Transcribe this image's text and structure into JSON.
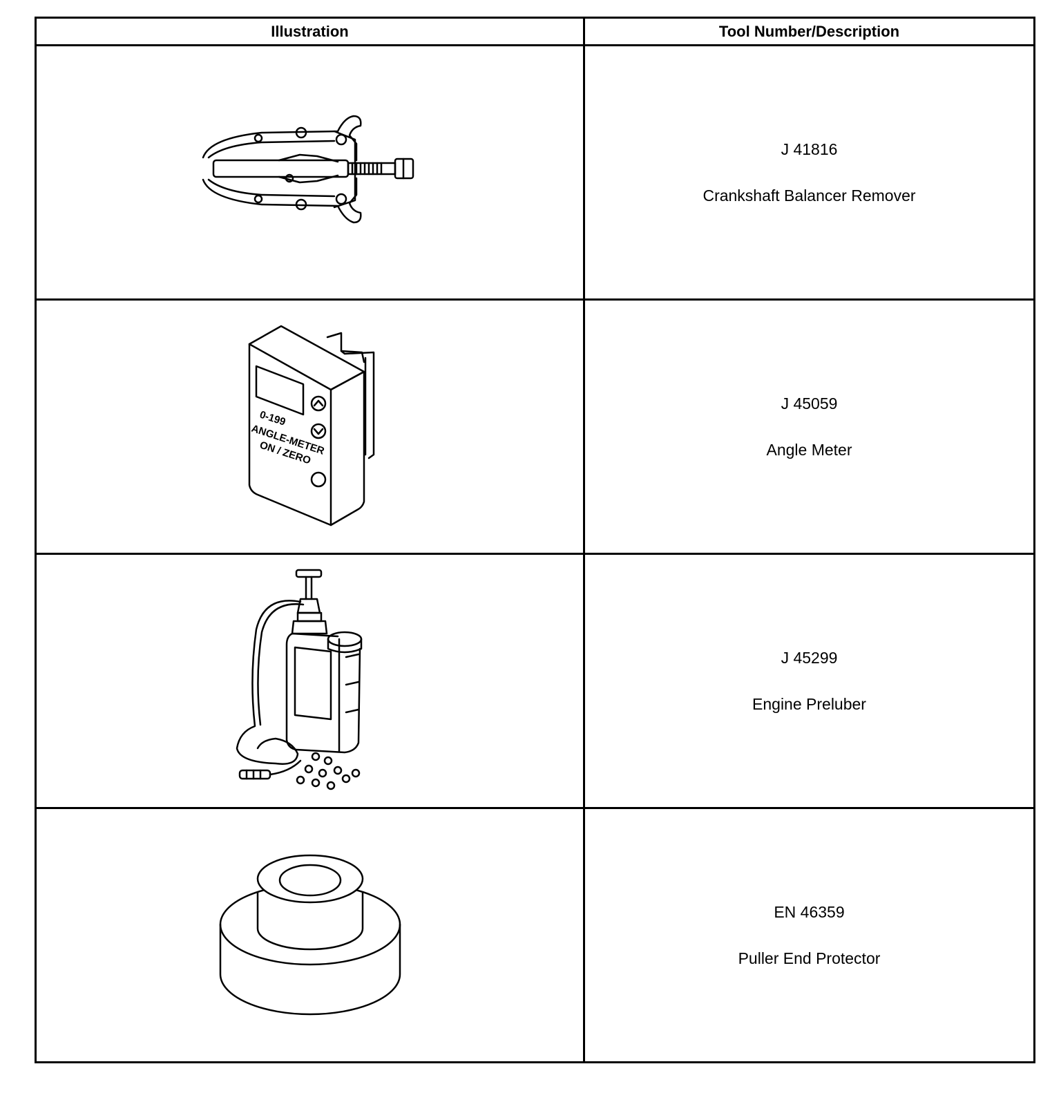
{
  "header": {
    "illustration": "Illustration",
    "description": "Tool Number/Description"
  },
  "rows": [
    {
      "tool_number": "J 41816",
      "description": "Crankshaft Balancer Remover",
      "illustration_icon": "balancer-remover-icon"
    },
    {
      "tool_number": "J 45059",
      "description": "Angle Meter",
      "illustration_icon": "angle-meter-icon",
      "meter_labels": {
        "range": "0-199",
        "name": "ANGLE-METER",
        "button": "ON / ZERO"
      }
    },
    {
      "tool_number": "J 45299",
      "description": "Engine Preluber",
      "illustration_icon": "engine-preluber-icon"
    },
    {
      "tool_number": "EN 46359",
      "description": "Puller End Protector",
      "illustration_icon": "puller-end-protector-icon"
    }
  ]
}
